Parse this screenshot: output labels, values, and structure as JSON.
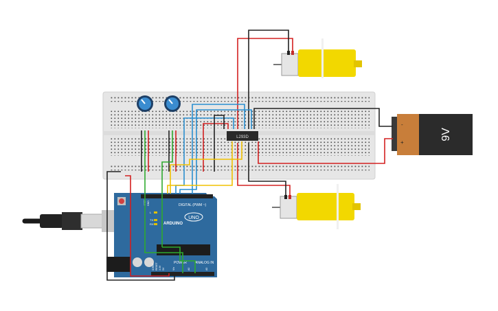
{
  "circuit": {
    "chip_label": "L293D",
    "battery_voltage": "9V",
    "battery_minus": "-",
    "battery_plus": "+",
    "arduino_brand": "ARDUINO",
    "arduino_model": "UNO",
    "digital_label": "DIGITAL (PWM ~)",
    "power_label": "POWER",
    "analog_label": "ANALOG IN",
    "tx_label": "TX",
    "rx_label": "RX",
    "l_label": "L",
    "aref_label": "AREF",
    "gnd_label": "GND",
    "ioref_label": "IOREF",
    "reset_label": "RESET",
    "v33_label": "3.3V",
    "v5_label": "5V",
    "vin_label": "Vin",
    "a0_label": "A0",
    "a5_label": "A5"
  },
  "colors": {
    "breadboard": "#e8e8e8",
    "arduino": "#2e6a9e",
    "battery_body": "#c87e3a",
    "battery_cap": "#2b2b2b",
    "motor_yellow": "#f2d800",
    "wire_red": "#d32020",
    "wire_black": "#222222",
    "wire_blue": "#2a8fd0",
    "wire_yellow": "#f0c000",
    "wire_green": "#2eaa2e",
    "pot_blue": "#2f7fc0"
  }
}
